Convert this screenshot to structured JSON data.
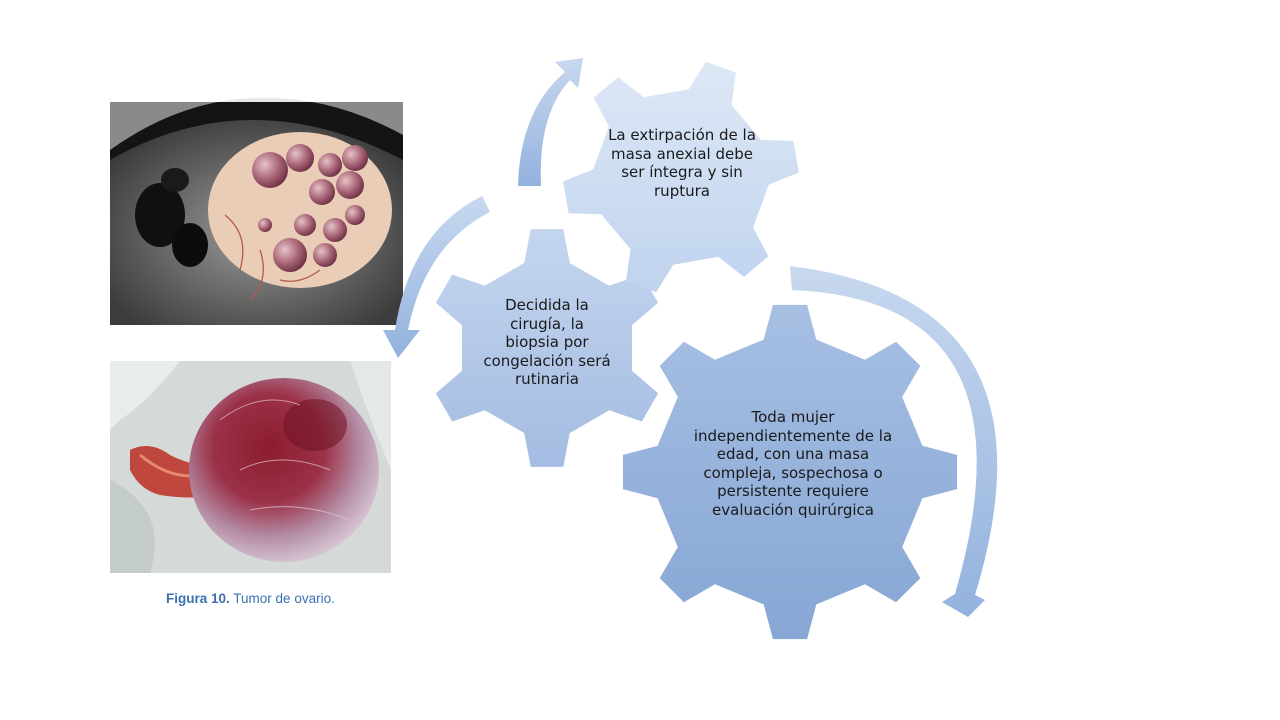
{
  "gears": {
    "large": {
      "text": "Toda mujer independientemente de la edad, con una masa compleja, sospechosa o persistente requiere evaluación quirúrgica"
    },
    "medium": {
      "text": "Decidida la cirugía, la biopsia por congelación será rutinaria"
    },
    "small": {
      "text": "La extirpación de la masa anexial debe ser íntegra y sin ruptura"
    }
  },
  "images": {
    "ultrasound": {
      "icon": "ovarian-ultrasound-illustration"
    },
    "specimen": {
      "icon": "ovarian-tumor-photo"
    }
  },
  "caption": {
    "label": "Figura 10.",
    "text": "Tumor de ovario."
  },
  "colors": {
    "gear_large": "#8eacd7",
    "gear_medium": "#adc3e4",
    "gear_small": "#ccdbf0",
    "arrow": "#a7c0e3",
    "caption": "#3a6fb0"
  }
}
